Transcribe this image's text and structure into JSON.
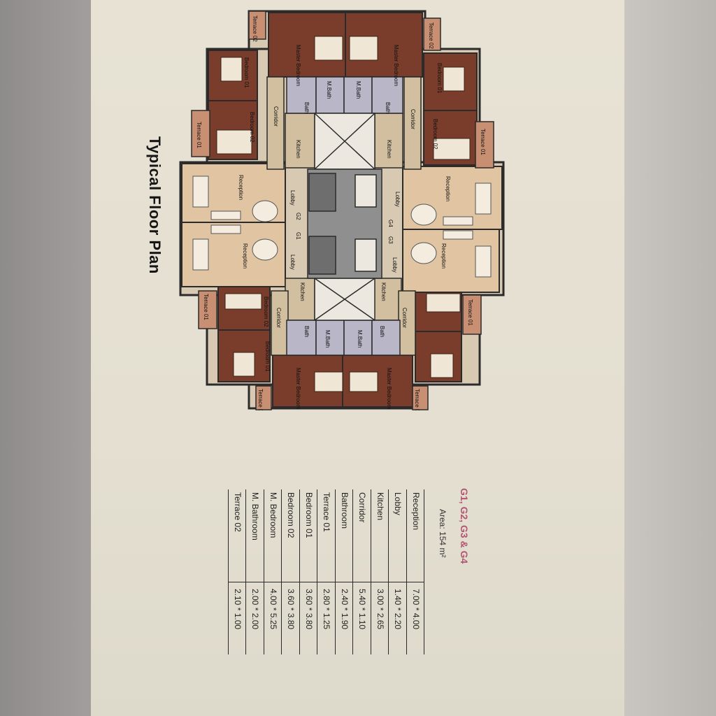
{
  "document": {
    "title": "Typical Floor Plan",
    "unit_heading": "G1, G2, G3 & G4",
    "area": "Area: 154 m²"
  },
  "table": {
    "rows": [
      {
        "room": "Reception",
        "size": "7.00 * 4.00"
      },
      {
        "room": "Lobby",
        "size": "1.40 * 2.20"
      },
      {
        "room": "Kitchen",
        "size": "3.00 * 2.65"
      },
      {
        "room": "Corridor",
        "size": "5.40 * 1.10"
      },
      {
        "room": "Bathroom",
        "size": "2.40 * 1.90"
      },
      {
        "room": "Terrace 01",
        "size": "2.80 * 1.25"
      },
      {
        "room": "Bedroom 01",
        "size": "3.60 * 3.80"
      },
      {
        "room": "Bedroom 02",
        "size": "3.60 * 3.80"
      },
      {
        "room": "M. Bedroom",
        "size": "4.00 * 5.25"
      },
      {
        "room": "M. Bathroom",
        "size": "2.00 * 2.00"
      },
      {
        "room": "Terrace 02",
        "size": "2.10 * 1.00"
      }
    ]
  },
  "plan_labels": {
    "master_bedroom": "Master Bedroom",
    "bedroom_01": "Bedroom 01",
    "bedroom_02": "Bedroom 02",
    "terrace_01": "Terrace 01",
    "terrace_02": "Terrace 02",
    "m_bath": "M.Bath",
    "bath": "Bath",
    "kitchen": "Kitchen",
    "corridor": "Corridor",
    "reception": "Reception",
    "lobby": "Lobby",
    "g1": "G1",
    "g2": "G2",
    "g3": "G3",
    "g4": "G4"
  },
  "colors": {
    "bedroom": "#7a3d2c",
    "reception": "#e1c5a2",
    "wall": "#2b2b2b",
    "core": "#8f8f8f",
    "bath": "#b9b6c7",
    "heading": "#b35473"
  }
}
